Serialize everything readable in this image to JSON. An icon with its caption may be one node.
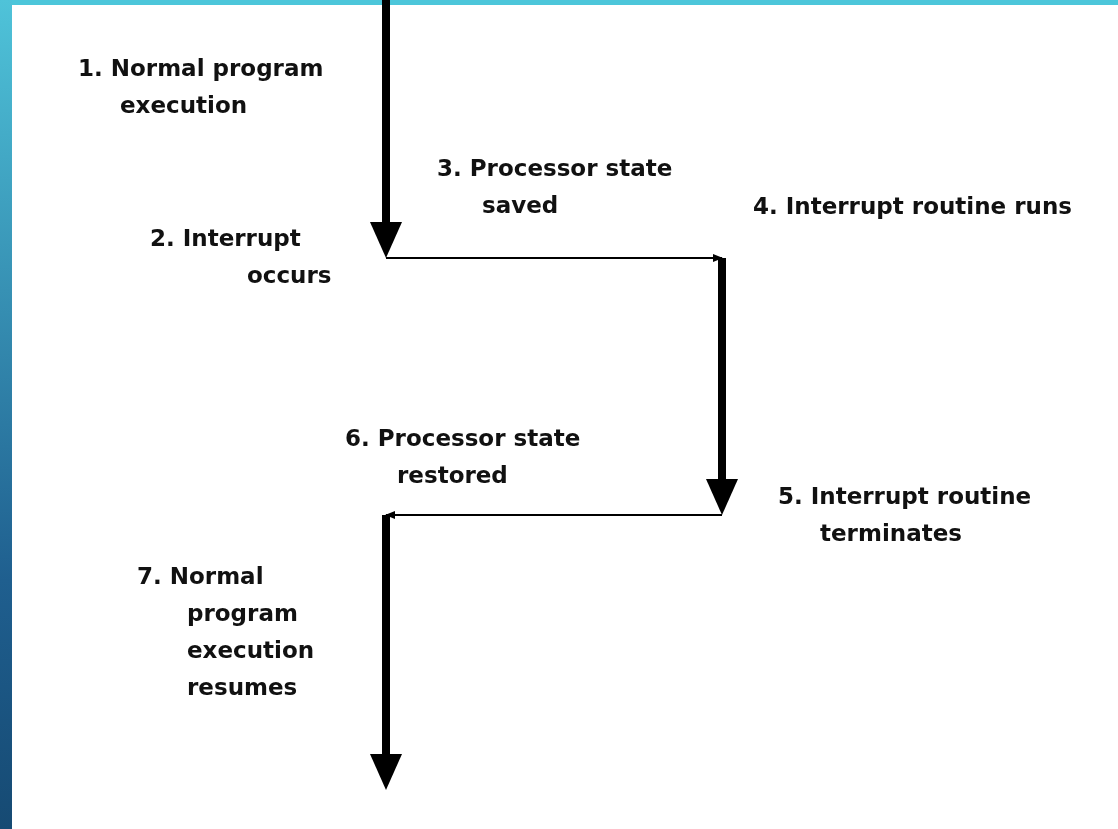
{
  "diagram": {
    "labels": [
      "1. Normal program execution",
      "2. Interrupt occurs",
      "3. Processor state saved",
      "4. Interrupt routine runs",
      "5. Interrupt routine terminates",
      "6. Processor state restored",
      "7. Normal program execution resumes"
    ]
  }
}
